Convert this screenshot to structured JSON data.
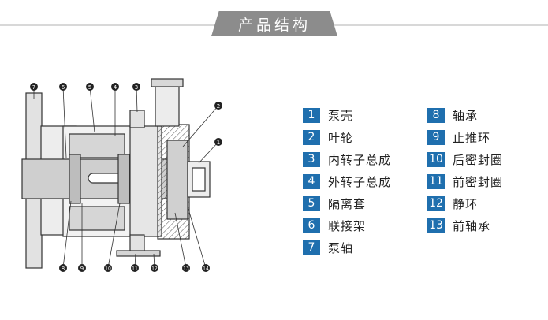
{
  "header": {
    "title": "产品结构"
  },
  "diagram": {
    "callouts_top": [
      "7",
      "6",
      "5",
      "4",
      "3",
      "2",
      "1"
    ],
    "callouts_bottom": [
      "8",
      "9",
      "10",
      "11",
      "12",
      "13",
      "14"
    ]
  },
  "legend": [
    {
      "num": "1",
      "label": "泵壳"
    },
    {
      "num": "2",
      "label": "叶轮"
    },
    {
      "num": "3",
      "label": "内转子总成"
    },
    {
      "num": "4",
      "label": "外转子总成"
    },
    {
      "num": "5",
      "label": "隔离套"
    },
    {
      "num": "6",
      "label": "联接架"
    },
    {
      "num": "7",
      "label": "泵轴"
    },
    {
      "num": "8",
      "label": "轴承"
    },
    {
      "num": "9",
      "label": "止推环"
    },
    {
      "num": "10",
      "label": "后密封圈"
    },
    {
      "num": "11",
      "label": "前密封圈"
    },
    {
      "num": "12",
      "label": "静环"
    },
    {
      "num": "13",
      "label": "前轴承"
    }
  ]
}
